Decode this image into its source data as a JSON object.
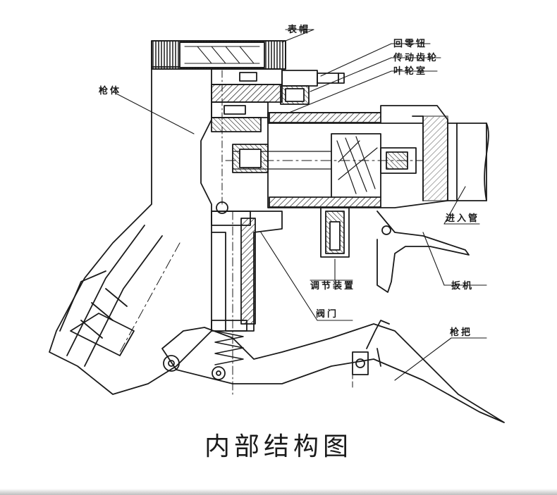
{
  "title": "内部结构图",
  "labels": {
    "biao_mao": "表帽",
    "hui_ling_niu": "回零钮",
    "chuan_dong_chi_lun": "传动齿轮",
    "ye_lun_shi": "叶轮室",
    "qiang_ti": "枪体",
    "jin_ru_guan": "进入管",
    "ban_ji": "扳机",
    "tiao_jie_zhuang_zhi": "调节装置",
    "fa_men": "阀门",
    "qiang_ba": "枪把"
  },
  "colors": {
    "ink": "#1a1a1a",
    "paper": "#ffffff"
  }
}
